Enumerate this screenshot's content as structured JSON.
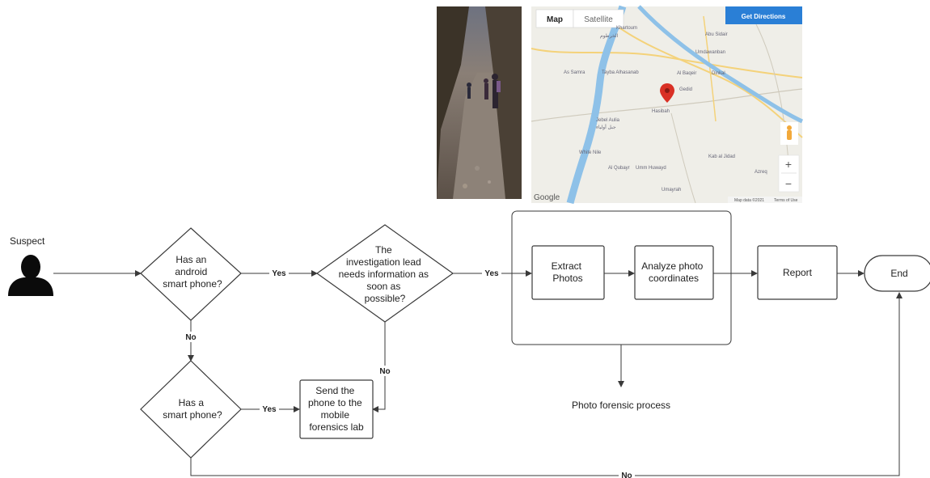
{
  "colors": {
    "stroke": "#3a3a3a",
    "map_land": "#efeee8",
    "map_river": "#8ec1e8",
    "map_road": "#f4d27a",
    "map_button": "#2a7fd6",
    "pin": "#d93025"
  },
  "diagram": {
    "suspect_label": "Suspect",
    "d1_lines": [
      "Has an",
      "android",
      "smart phone?"
    ],
    "d2_lines": [
      "The",
      "investigation lead",
      "needs information as",
      "soon as",
      "possible?"
    ],
    "d3_lines": [
      "Has a",
      "smart phone?"
    ],
    "extract_lines": [
      "Extract",
      "Photos"
    ],
    "analyze_lines": [
      "Analyze photo",
      "coordinates"
    ],
    "report_label": "Report",
    "end_label": "End",
    "send_lines": [
      "Send the",
      "phone to the",
      "mobile",
      "forensics lab"
    ],
    "photo_process_label": "Photo forensic process",
    "edge_labels": {
      "yes1": "Yes",
      "yes2": "Yes",
      "yes3": "Yes",
      "no1": "No",
      "no2": "No",
      "no3": "No"
    }
  },
  "map": {
    "tab_map": "Map",
    "tab_satellite": "Satellite",
    "directions_button": "Get Directions",
    "zoom_in": "+",
    "zoom_out": "−",
    "google_logo": "Google",
    "attribution": "Map data ©2021",
    "terms": "Terms of Use",
    "places": [
      "Khartoum",
      "الخرطوم",
      "Abu Sidair",
      "Umdawanban",
      "As Samra",
      "Tayba Alhasanab",
      "Al Baqeir",
      "Dinkal",
      "Gedid",
      "Hasibah",
      "Jebel Aulia",
      "جبل أولياء",
      "White Nile",
      "Kab al Jidad",
      "Al Qubayr",
      "Umm Huwayd",
      "Azreq",
      "Umayrah"
    ]
  },
  "photo": {
    "description_icon": "hikers-photo"
  }
}
